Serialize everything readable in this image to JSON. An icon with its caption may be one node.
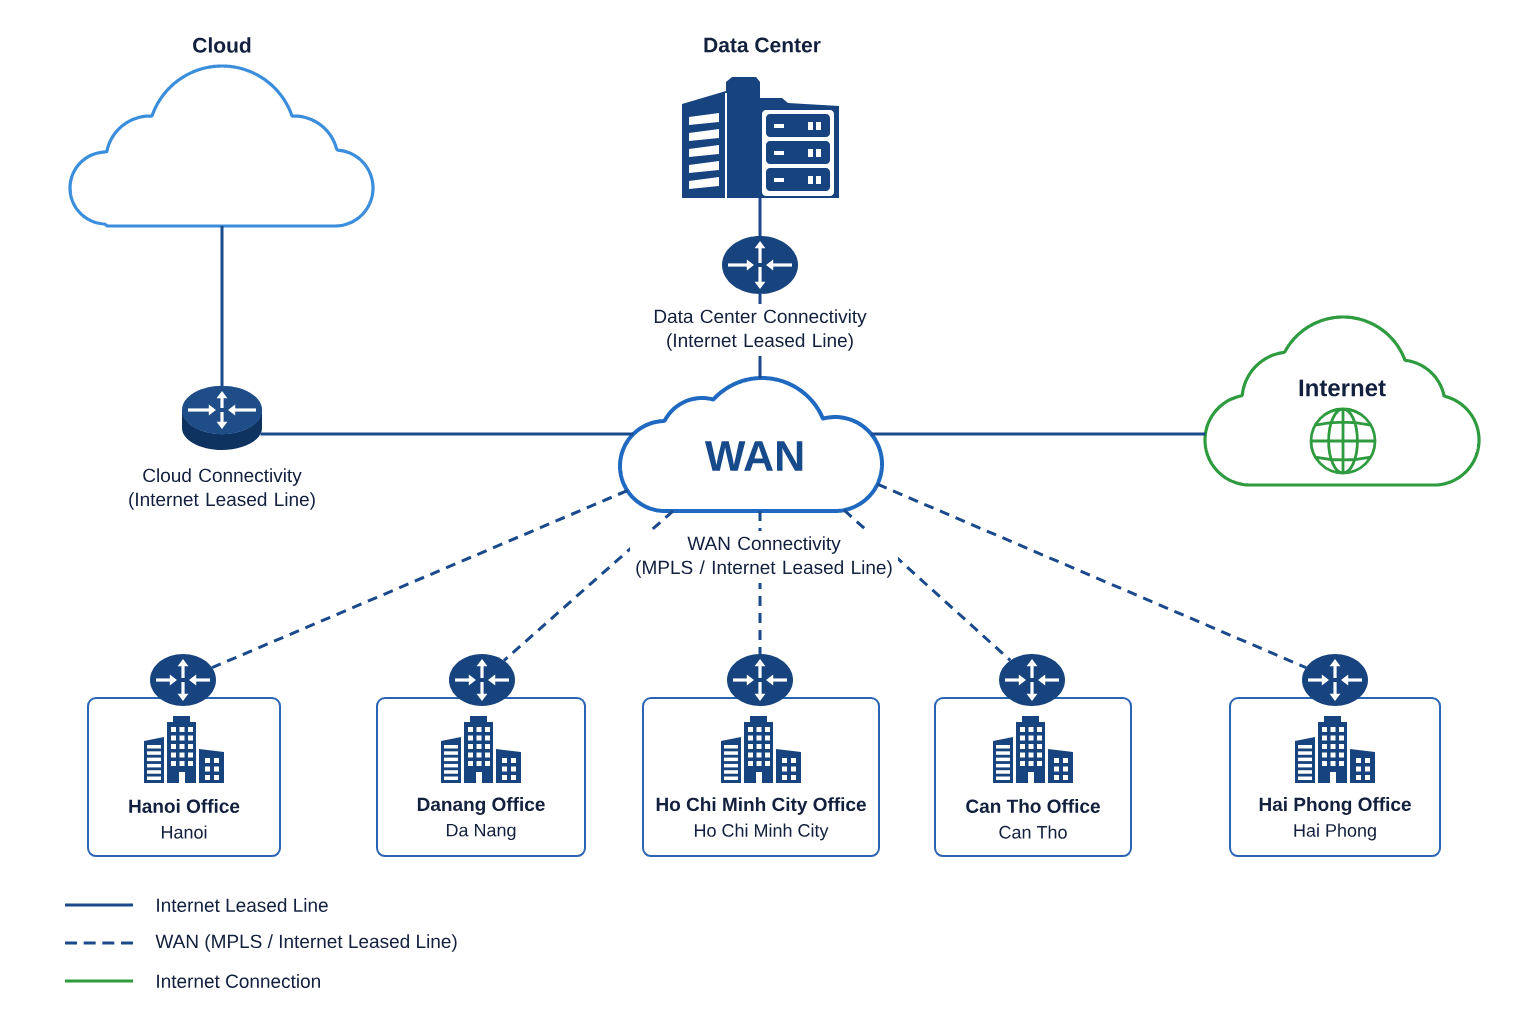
{
  "diagram": {
    "nodes": [
      {
        "text": [
          "Cloud"
        ]
      },
      {
        "text": [
          "Data Center"
        ]
      },
      {
        "text": [],
        "shape": "circle"
      },
      {
        "text": [],
        "shape": "cylinder",
        "beside": [
          "Cloud Connectivity (Internet Leased Line)"
        ]
      },
      {
        "text": [
          "WAN"
        ]
      },
      {
        "text": [
          "Internet"
        ]
      },
      {
        "text": [],
        "shape": "circle"
      },
      {
        "text": [
          "Hanoi Office",
          "Hanoi"
        ]
      },
      {
        "text": [],
        "shape": "circle"
      },
      {
        "text": [
          "Danang Office",
          "Da Nang"
        ]
      },
      {
        "text": [],
        "shape": "circle"
      },
      {
        "text": [
          "Ho Chi Minh City Office",
          "Ho Chi Minh City"
        ]
      },
      {
        "text": [],
        "shape": "circle"
      },
      {
        "text": [
          "Can Tho Office",
          "Can Tho"
        ]
      },
      {
        "text": [],
        "shape": "circle"
      },
      {
        "text": [
          "Hai Phong Office",
          "Hai Phong"
        ]
      }
    ],
    "edges": [
      {
        "from": 0,
        "to": 3,
        "arrow": "none"
      },
      {
        "from": 1,
        "to": 2,
        "arrow": "none"
      },
      {
        "from": 2,
        "to": 4,
        "arrow": "none",
        "label": "Data Center Connectivity (Internet Leased Line)"
      },
      {
        "from": 3,
        "to": 4,
        "arrow": "none"
      },
      {
        "from": 4,
        "to": 5,
        "arrow": "none"
      },
      {
        "from": 4,
        "to": 6,
        "arrow": "none",
        "style": "dashed"
      },
      {
        "from": 4,
        "to": 8,
        "arrow": "none",
        "style": "dashed"
      },
      {
        "from": 4,
        "to": 10,
        "arrow": "none",
        "style": "dashed",
        "label": "WAN Connectivity (MPLS / Internet Leased Line)"
      },
      {
        "from": 4,
        "to": 12,
        "arrow": "none",
        "style": "dashed"
      },
      {
        "from": 4,
        "to": 14,
        "arrow": "none",
        "style": "dashed"
      }
    ],
    "legend": [
      {
        "text": "Internet Leased Line"
      },
      {
        "text": "WAN (MPLS / Internet Leased Line)"
      },
      {
        "text": "Internet Connection"
      }
    ]
  }
}
